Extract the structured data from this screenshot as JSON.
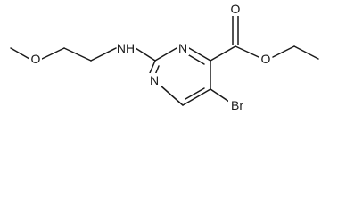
{
  "molecule": {
    "atoms": {
      "o_methoxy": "O",
      "nh": "NH",
      "n1": "N",
      "n3": "N",
      "o_carbonyl": "O",
      "o_ester": "O",
      "br": "Br"
    }
  }
}
